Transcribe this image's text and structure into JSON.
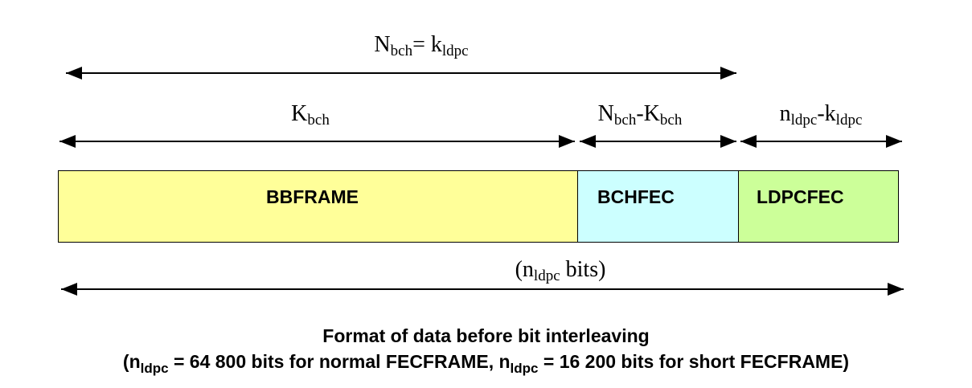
{
  "labels": {
    "top": {
      "a": "N",
      "a_sub": "bch",
      "eq": "= k",
      "b_sub": "ldpc"
    },
    "kbch": {
      "a": "K",
      "a_sub": "bch"
    },
    "nk": {
      "a": "N",
      "a_sub": "bch",
      "dash": "-K",
      "b_sub": "bch"
    },
    "nlk": {
      "a": "n",
      "a_sub": "ldpc",
      "dash": "-k",
      "b_sub": "ldpc"
    },
    "total": {
      "open": "(n",
      "sub": "ldpc",
      "rest": " bits)"
    }
  },
  "segments": [
    {
      "name": "BBFRAME",
      "color": "#ffff99"
    },
    {
      "name": "BCHFEC",
      "color": "#ccffff"
    },
    {
      "name": "LDPCFEC",
      "color": "#ccff99"
    }
  ],
  "caption": {
    "line1": "Format of data before bit interleaving",
    "line2": {
      "p1": "(n",
      "s1": "ldpc",
      "p2": " = 64 800 bits for normal FECFRAME, n",
      "s2": "ldpc",
      "p3": " = 16 200 bits for short FECFRAME)"
    }
  }
}
